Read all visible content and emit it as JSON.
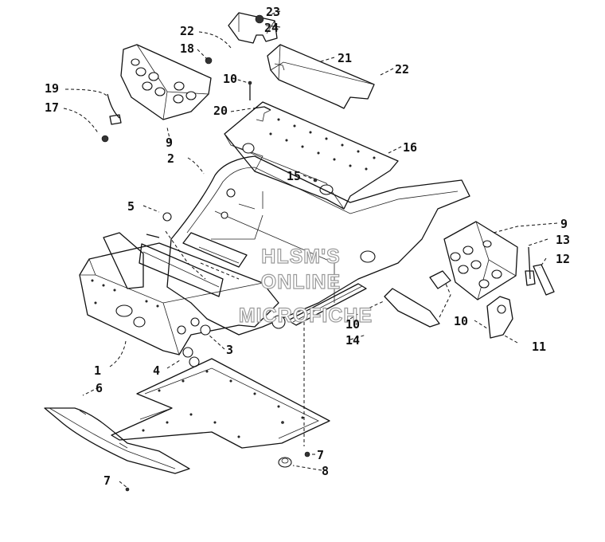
{
  "callouts": {
    "c1": "1",
    "c2": "2",
    "c3": "3",
    "c4": "4",
    "c5": "5",
    "c6": "6",
    "c7a": "7",
    "c7b": "7",
    "c8": "8",
    "c9a": "9",
    "c9b": "9",
    "c10a": "10",
    "c10b": "10",
    "c10c": "10",
    "c11": "11",
    "c12": "12",
    "c13": "13",
    "c14": "14",
    "c15": "15",
    "c16": "16",
    "c17": "17",
    "c18": "18",
    "c19": "19",
    "c20": "20",
    "c21": "21",
    "c22a": "22",
    "c22b": "22",
    "c23": "23",
    "c24": "24"
  },
  "watermark": {
    "line1": "HLSM'S",
    "line2": "ONLINE",
    "line3": "MICROFICHE"
  }
}
